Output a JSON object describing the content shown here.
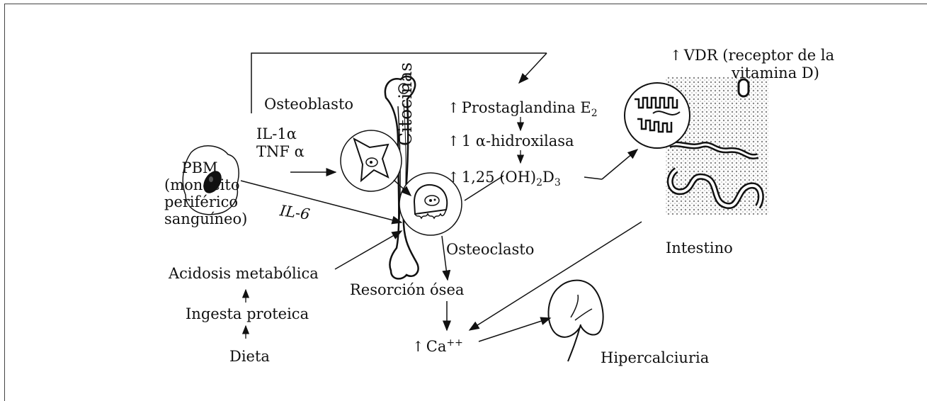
{
  "labels": {
    "pbm": "PBM",
    "pbm_desc_1": "(monocito",
    "pbm_desc_2": "periférico",
    "pbm_desc_3": "sanguíneo)",
    "il1": "IL-1α",
    "tnf": "TNF α",
    "il6": "IL-6",
    "osteoblasto": "Osteoblasto",
    "citocinas": "Citocinas",
    "osteoclasto": "Osteoclasto",
    "prostaglandina": "Prostaglandina E",
    "prostaglandina_sub": "2",
    "hidroxilasa": "1 α-hidroxilasa",
    "vitd_prefix": "1,25 (OH)",
    "vitd_sub1": "2",
    "vitd_mid": "D",
    "vitd_sub2": "3",
    "vdr_1": "VDR (receptor de la",
    "vdr_2": "vitamina D)",
    "intestino": "Intestino",
    "acidosis": "Acidosis metabólica",
    "ingesta": "Ingesta proteica",
    "dieta": "Dieta",
    "resorcion": "Resorción ósea",
    "calcio": "Ca",
    "calcio_sup": "++",
    "hipercalciuria": "Hipercalciuria"
  },
  "icons": {
    "up_arrow": "↑",
    "down_arrow": "↓"
  }
}
